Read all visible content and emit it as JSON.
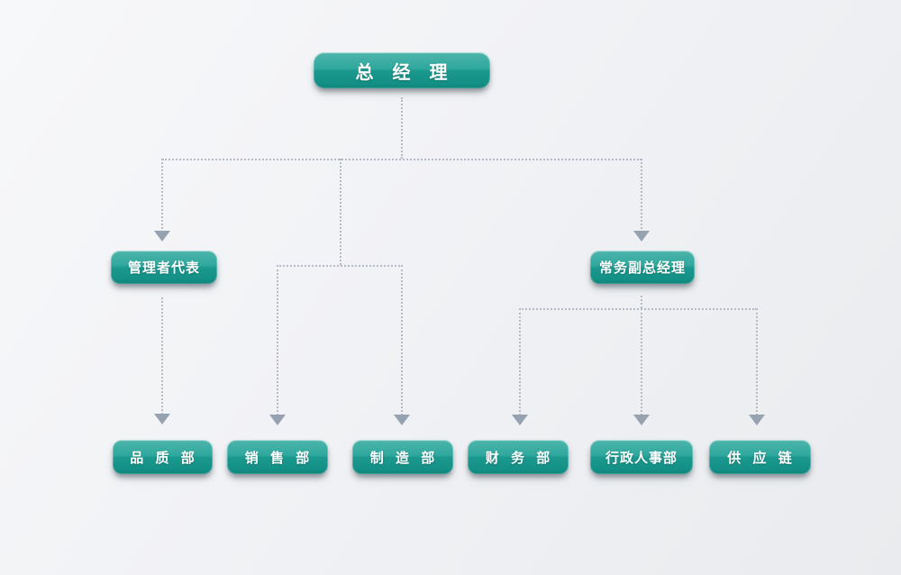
{
  "page": {
    "background": "#f0f2f4",
    "type": "org-chart"
  },
  "colors": {
    "node_gradient_top": "#4fb5ab",
    "node_gradient_bottom": "#0f857b",
    "node_text": "#ffffff",
    "connector_line": "#b4bbc5",
    "arrowhead": "#96a2b0"
  },
  "org_chart": {
    "nodes": {
      "general_manager": {
        "label": "总 经 理",
        "level": 1
      },
      "management_rep": {
        "label": "管理者代表",
        "level": 2
      },
      "deputy_gm": {
        "label": "常务副总经理",
        "level": 2
      },
      "quality_dept": {
        "label": "品 质 部",
        "level": 3
      },
      "sales_dept": {
        "label": "销 售 部",
        "level": 3
      },
      "manufacturing_dept": {
        "label": "制 造 部",
        "level": 3
      },
      "finance_dept": {
        "label": "财 务 部",
        "level": 3
      },
      "admin_hr_dept": {
        "label": "行政人事部",
        "level": 3
      },
      "supply_chain": {
        "label": "供 应 链",
        "level": 3
      }
    },
    "edges": [
      {
        "from": "general_manager",
        "to": "management_rep"
      },
      {
        "from": "general_manager",
        "to": "sales_dept"
      },
      {
        "from": "general_manager",
        "to": "manufacturing_dept"
      },
      {
        "from": "general_manager",
        "to": "deputy_gm"
      },
      {
        "from": "management_rep",
        "to": "quality_dept"
      },
      {
        "from": "deputy_gm",
        "to": "finance_dept"
      },
      {
        "from": "deputy_gm",
        "to": "admin_hr_dept"
      },
      {
        "from": "deputy_gm",
        "to": "supply_chain"
      }
    ]
  }
}
